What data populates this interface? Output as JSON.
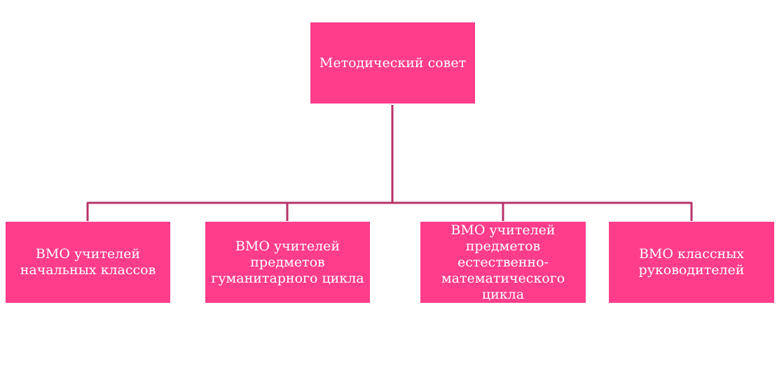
{
  "colors": {
    "node_fill": "#ff3d8b",
    "connector": "#b8336a",
    "text": "#ffffff"
  },
  "root": {
    "label": "Методический совет"
  },
  "children": [
    {
      "label": "ВМО учителей\nначальных классов"
    },
    {
      "label": "ВМО учителей\nпредметов\nгуманитарного  цикла"
    },
    {
      "label": "ВМО учителей\nпредметов естественно-\nматематического  цикла"
    },
    {
      "label": "ВМО классных\nруководителей"
    }
  ]
}
